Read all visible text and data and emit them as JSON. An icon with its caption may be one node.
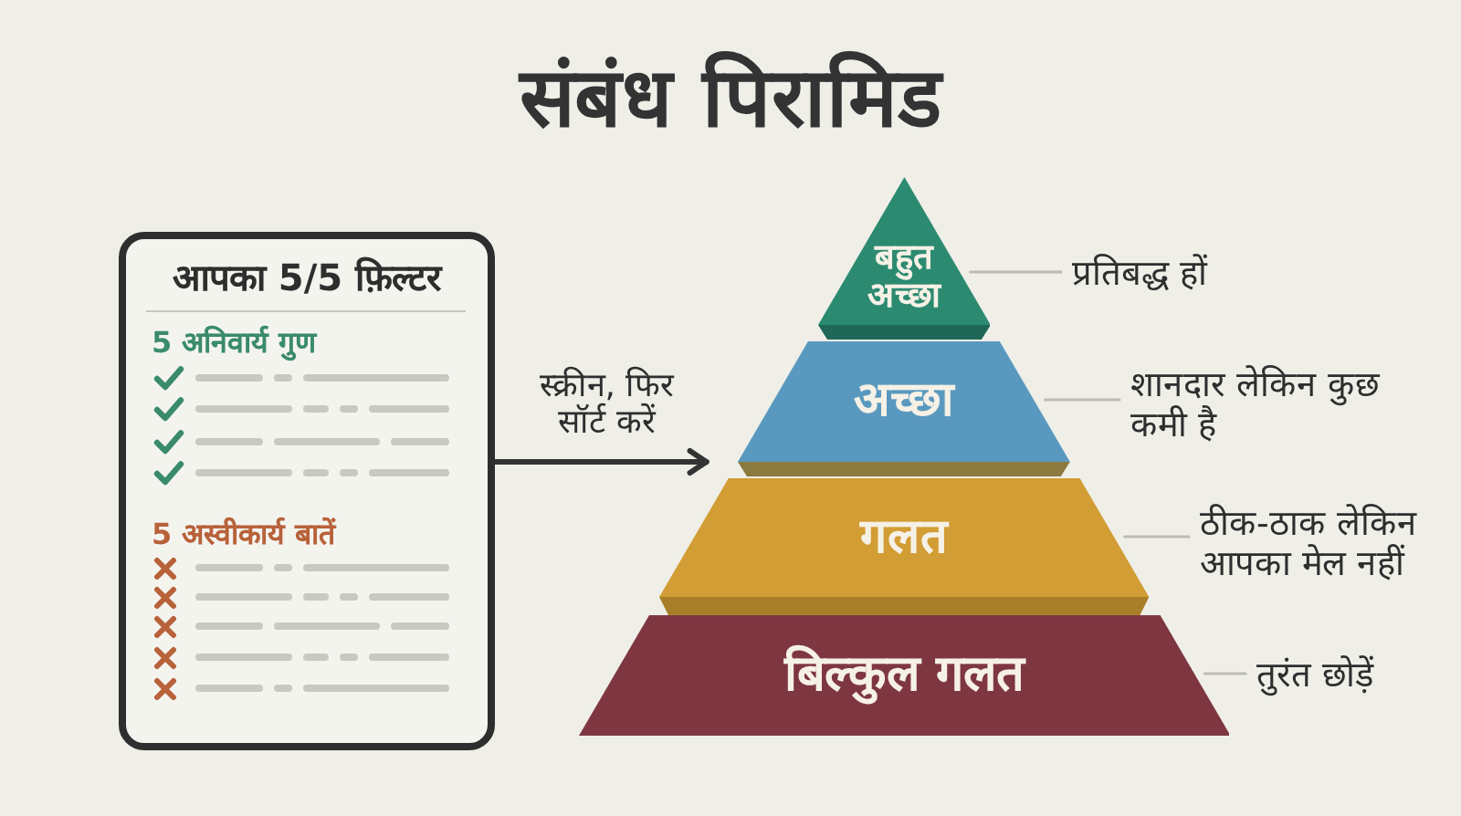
{
  "diagram": {
    "title": "संबंध पिरामिड",
    "nodes": [
      {
        "text": [
          "आपका 5/5 फ़िल्टर",
          "5 अनिवार्य गुण",
          "5 अस्वीकार्य बातें"
        ]
      },
      {
        "text": [
          "बहुत अच्छा"
        ]
      },
      {
        "text": [
          "अच्छा"
        ]
      },
      {
        "text": [
          "गलत"
        ]
      },
      {
        "text": [
          "बिल्कुल गलत"
        ]
      },
      {
        "text": [
          "प्रतिबद्ध हों"
        ]
      },
      {
        "text": [
          "शानदार लेकिन कुछ कमी है"
        ]
      },
      {
        "text": [
          "ठीक-ठाक लेकिन आपका मेल नहीं"
        ]
      },
      {
        "text": [
          "तुरंत छोड़ें"
        ]
      }
    ],
    "edges": [
      {
        "from": 0,
        "to": 3,
        "arrow": "to",
        "label": "स्क्रीन, फिर सॉर्ट करें",
        "style": "thick",
        "color": "#333333"
      },
      {
        "from": 5,
        "to": 1,
        "arrow": "none"
      },
      {
        "from": 6,
        "to": 2,
        "arrow": "none"
      },
      {
        "from": 7,
        "to": 3,
        "arrow": "none"
      },
      {
        "from": 8,
        "to": 4,
        "arrow": "none"
      }
    ]
  }
}
